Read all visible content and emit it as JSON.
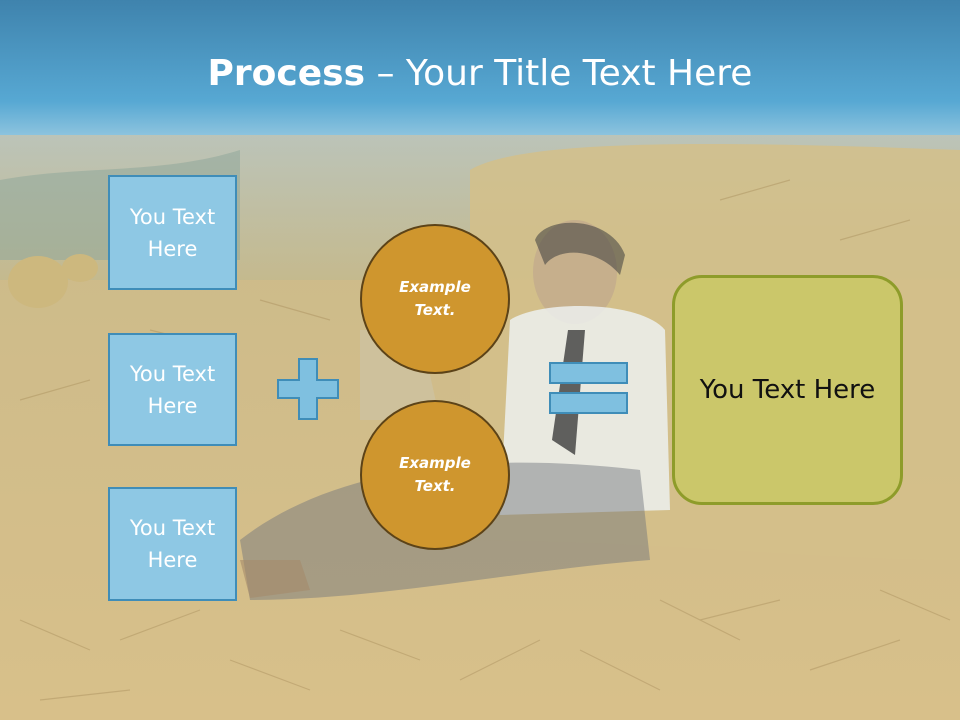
{
  "title": {
    "bold": "Process",
    "rest": " – Your Title Text Here"
  },
  "left_boxes": [
    {
      "label": "You Text Here"
    },
    {
      "label": "You Text Here"
    },
    {
      "label": "You Text Here"
    }
  ],
  "circles": [
    {
      "label": "Example Text."
    },
    {
      "label": "Example Text."
    }
  ],
  "operators": {
    "plus": "plus-icon",
    "equals": "equals-icon"
  },
  "result": {
    "label": "You Text Here"
  },
  "colors": {
    "sky": "#3f88b2",
    "box_fill": "#8ec8e4",
    "box_border": "#3f8db8",
    "circle_fill": "#cf962e",
    "result_fill": "#cbc76a"
  }
}
